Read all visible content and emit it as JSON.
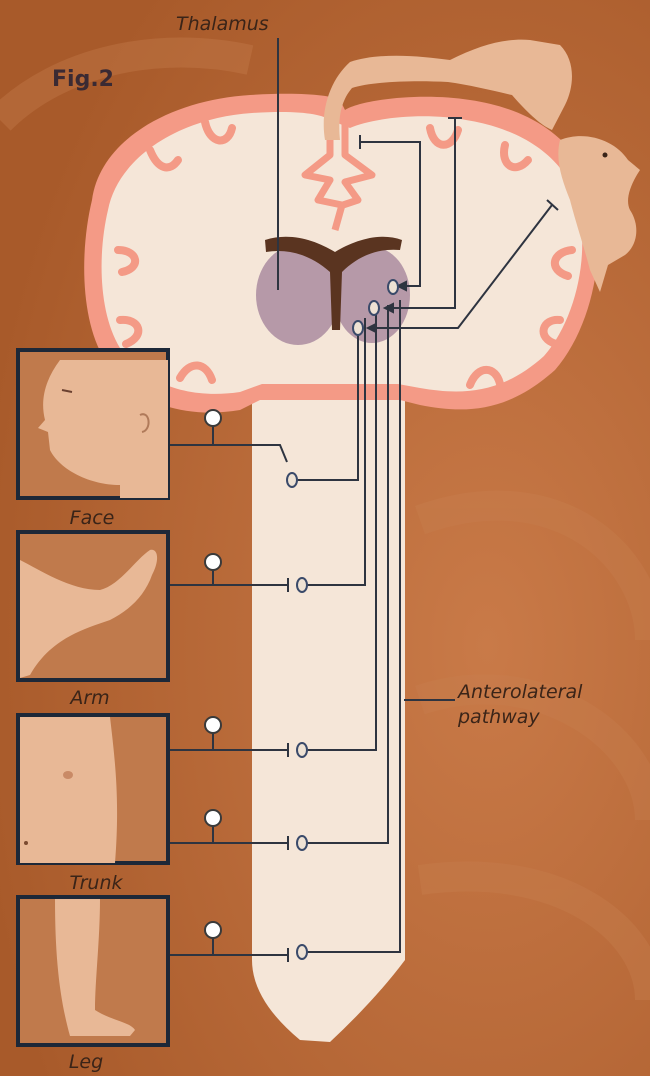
{
  "figure_label": "Fig.2",
  "labels": {
    "thalamus": "Thalamus",
    "pathway_line1": "Anterolateral",
    "pathway_line2": "pathway"
  },
  "body_regions": [
    {
      "id": "face",
      "label": "Face"
    },
    {
      "id": "arm",
      "label": "Arm"
    },
    {
      "id": "trunk",
      "label": "Trunk"
    },
    {
      "id": "leg",
      "label": "Leg"
    }
  ],
  "colors": {
    "background": "#b5652f",
    "cortex_outline": "#f4a090",
    "white_matter": "#f5e6d8",
    "thalamus": "#9b7a94",
    "ventricle": "#5a3420",
    "nerve": "#2e3440",
    "skin": "#e8b896"
  }
}
